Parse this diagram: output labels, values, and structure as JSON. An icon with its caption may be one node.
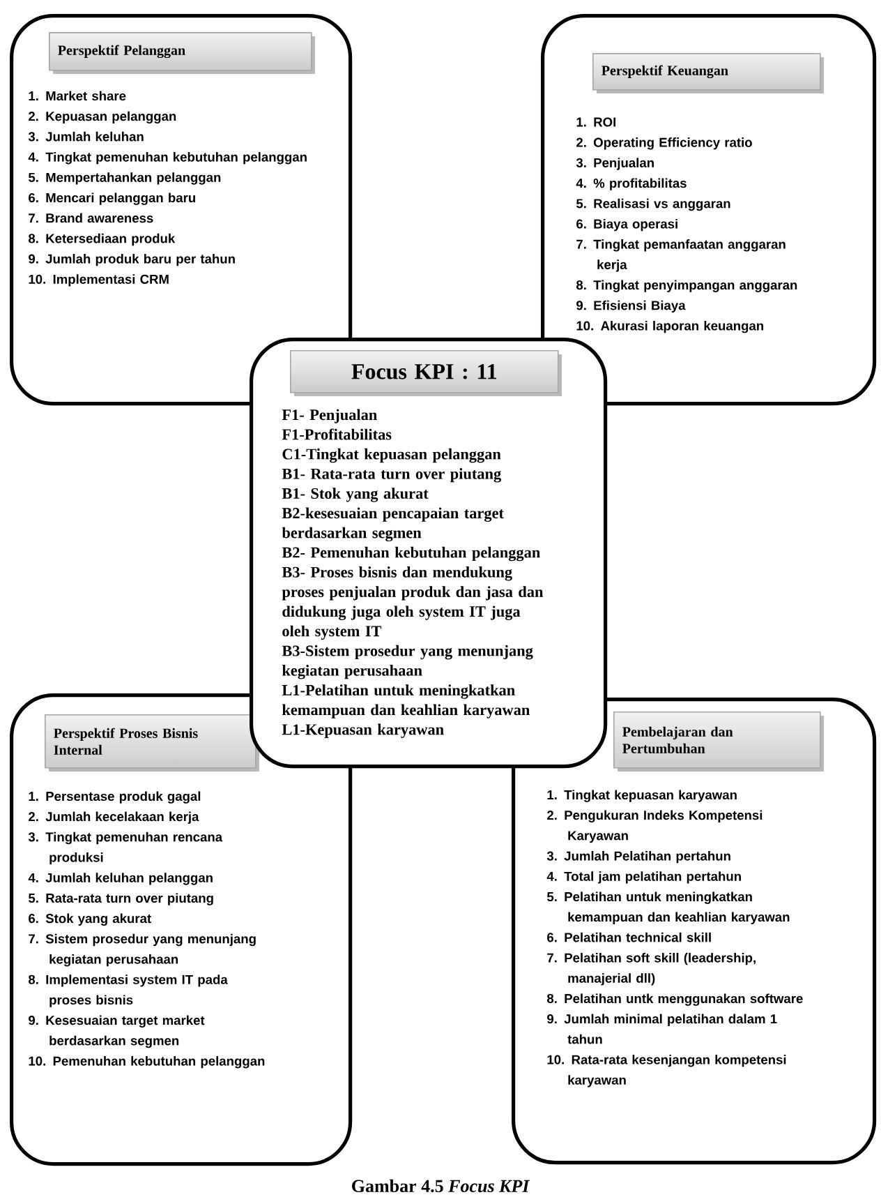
{
  "diagram": {
    "caption": "Gambar 4.5 *Focus KPI*",
    "nodes": [
      {
        "text": [
          "1. Market share",
          "2. Kepuasan pelanggan",
          "3. Jumlah keluhan",
          "4. Tingkat pemenuhan kebutuhan pelanggan",
          "5. Mempertahankan pelanggan",
          "6. Mencari pelanggan baru",
          "7. Brand awareness",
          "8. Ketersediaan produk",
          "9. Jumlah produk baru per tahun",
          "10. Implementasi CRM"
        ]
      },
      {
        "text": [
          "Perspektif Pelanggan"
        ],
        "in": 0
      },
      {
        "text": [
          "1. ROI",
          "2. Operating Efficiency ratio",
          "3. Penjualan",
          "4. % profitabilitas",
          "5. Realisasi vs anggaran",
          "6. Biaya operasi",
          "7. Tingkat pemanfaatan anggaran kerja",
          "8. Tingkat penyimpangan anggaran",
          "9. Efisiensi Biaya",
          "10. Akurasi laporan keuangan"
        ]
      },
      {
        "text": [
          "Perspektif Keuangan"
        ],
        "in": 2
      },
      {
        "text": [
          "F1- Penjualan",
          "F1-Profitabilitas",
          "C1-Tingkat kepuasan pelanggan",
          "B1- Rata-rata turn over piutang",
          "B1- Stok yang akurat",
          "B2-kesesuaian pencapaian target berdasarkan segmen",
          "B2- Pemenuhan kebutuhan pelanggan",
          "B3- Proses bisnis dan mendukung proses penjualan produk dan jasa dan didukung juga oleh system IT juga oleh system IT",
          "B3-Sistem prosedur yang menunjang kegiatan perusahaan",
          "L1-Pelatihan untuk meningkatkan kemampuan dan keahlian karyawan",
          "L1-Kepuasan karyawan"
        ]
      },
      {
        "text": [
          "Focus KPI : 11"
        ],
        "in": 4
      },
      {
        "text": [
          "1. Persentase produk gagal",
          "2. Jumlah kecelakaan kerja",
          "3. Tingkat pemenuhan rencana produksi",
          "4. Jumlah keluhan pelanggan",
          "5. Rata-rata turn over piutang",
          "6. Stok yang akurat",
          "7. Sistem prosedur yang menunjang kegiatan perusahaan",
          "8. Implementasi system IT pada proses bisnis",
          "9. Kesesuaian target market berdasarkan segmen",
          "10. Pemenuhan kebutuhan pelanggan"
        ]
      },
      {
        "text": [
          "Perspektif Proses Bisnis Internal"
        ],
        "in": 6
      },
      {
        "text": [
          "1. Tingkat kepuasan karyawan",
          "2. Pengukuran Indeks Kompetensi Karyawan",
          "3. Jumlah Pelatihan pertahun",
          "4. Total jam pelatihan pertahun",
          "5. Pelatihan untuk meningkatkan kemampuan dan keahlian karyawan",
          "6. Pelatihan technical skill",
          "7. Pelatihan soft skill (leadership, manajerial dll)",
          "8. Pelatihan untk menggunakan software",
          "9. Jumlah minimal pelatihan dalam 1 tahun",
          "10. Rata-rata kesenjangan kompetensi karyawan"
        ]
      },
      {
        "text": [
          "Pembelajaran dan Pertumbuhan"
        ],
        "in": 8
      }
    ]
  }
}
